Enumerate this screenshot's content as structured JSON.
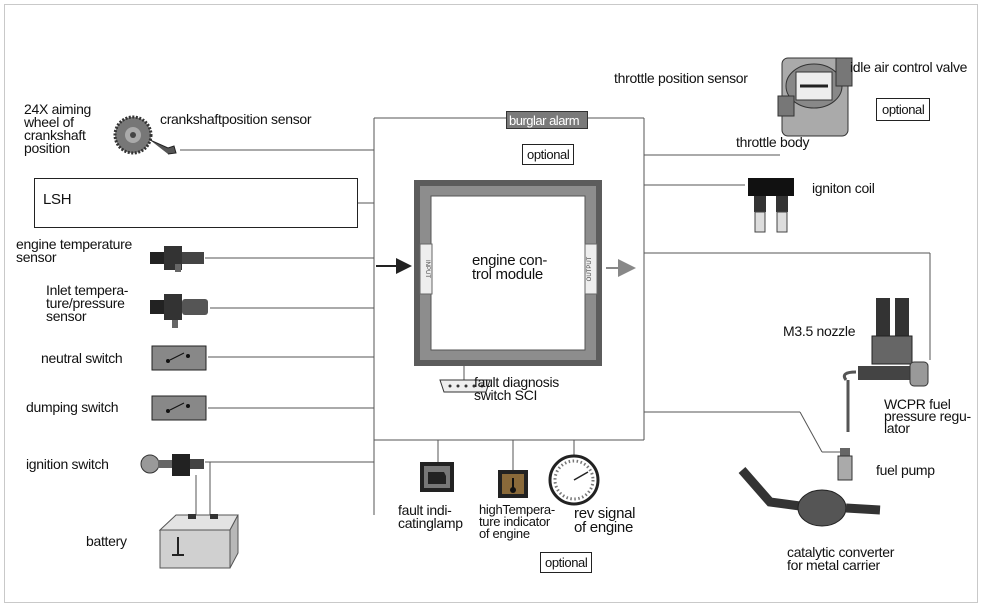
{
  "labels": {
    "aiming_wheel": "24X aiming\nwheel of\ncrankshaft\nposition",
    "crankshaft_sensor": "crankshaftposition sensor",
    "lsh": "LSH",
    "engine_temp": "engine temperature\nsensor",
    "inlet_temp": "Inlet tempera-\nture/pressure\nsensor",
    "neutral_switch": "neutral switch",
    "dumping_switch": "dumping switch",
    "ignition_switch": "ignition switch",
    "battery": "battery",
    "burglar_alarm": "burglar alarm",
    "optional_alarm": "optional",
    "ecm": "engine con-\ntrol module",
    "fault_diag": "fault diagnosis\nswitch SCI",
    "fault_lamp": "fault indi-\ncatinglamp",
    "high_temp": "highTempera-\nture indicator\nof engine",
    "rev_signal": "rev signal\nof engine",
    "optional_bottom": "optional",
    "throttle_pos": "throttle position sensor",
    "idle_air": "idle air control valve",
    "optional_throttle": "optional",
    "throttle_body": "throttle body",
    "ignition_coil": "igniton coil",
    "nozzle": "M3.5 nozzle",
    "wcpr": "WCPR fuel\npressure regu-\nlator",
    "fuel_pump": "fuel pump",
    "catalytic": "catalytic converter\nfor metal carrier"
  },
  "ecm_tabs": {
    "in": "INPUT",
    "out": "OUTPUT"
  },
  "icons": [
    "crankshaft-wheel-icon",
    "oxygen-sensor-icon",
    "temperature-sensor-icon",
    "pressure-sensor-icon",
    "switch-icon",
    "ignition-key-icon",
    "battery-icon",
    "diagnosis-connector-icon",
    "check-engine-lamp-icon",
    "thermometer-lamp-icon",
    "tachometer-icon",
    "throttle-body-icon",
    "ignition-coil-icon",
    "fuel-injector-icon",
    "fuel-pump-icon",
    "catalytic-converter-icon"
  ],
  "colors": {
    "line": "#555555",
    "ecm_frame": "#6e6e6e",
    "ecm_inner": "#8a8a8a",
    "arrow": "#7a7a7a"
  }
}
